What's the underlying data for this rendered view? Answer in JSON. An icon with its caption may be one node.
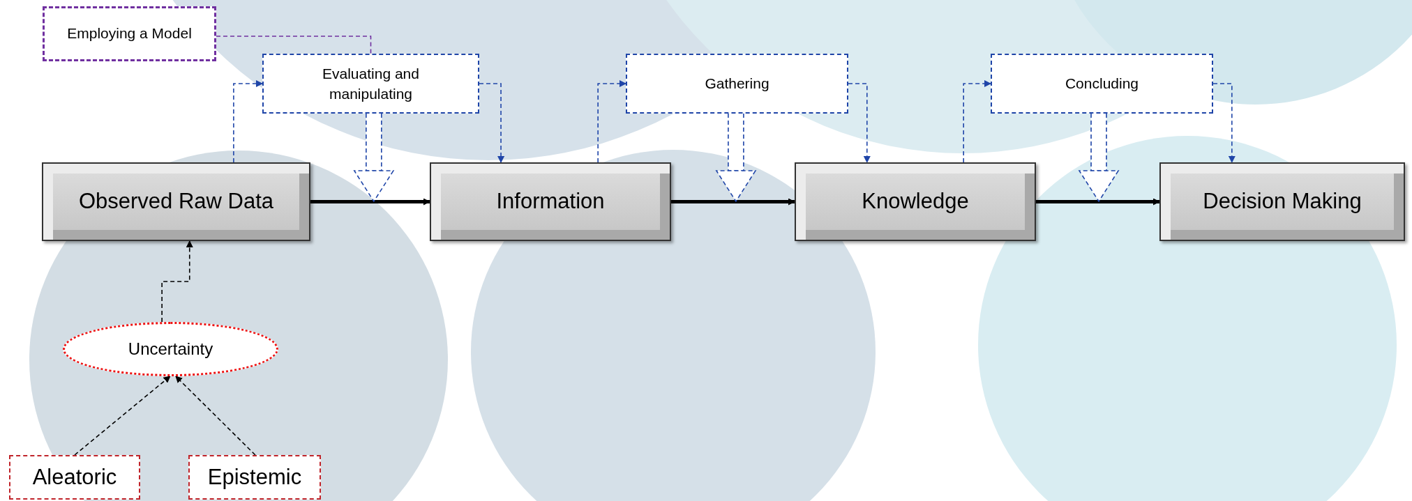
{
  "diagram": {
    "nodes": [
      {
        "text": [
          "Employing a Model"
        ]
      },
      {
        "text": [
          "Evaluating and manipulating"
        ]
      },
      {
        "text": [
          "Gathering"
        ]
      },
      {
        "text": [
          "Concluding"
        ]
      },
      {
        "text": [
          "Observed Raw Data"
        ]
      },
      {
        "text": [
          "Information"
        ]
      },
      {
        "text": [
          "Knowledge"
        ]
      },
      {
        "text": [
          "Decision Making"
        ]
      },
      {
        "text": [
          "Uncertainty"
        ]
      },
      {
        "text": [
          "Aleatoric"
        ]
      },
      {
        "text": [
          "Epistemic"
        ]
      }
    ],
    "edges": [
      {
        "from": 4,
        "to": 5,
        "arrow": "to",
        "style": "thick",
        "color": "#000000"
      },
      {
        "from": 5,
        "to": 6,
        "arrow": "to",
        "style": "thick",
        "color": "#000000"
      },
      {
        "from": 6,
        "to": 7,
        "arrow": "to",
        "style": "thick",
        "color": "#000000"
      },
      {
        "from": 4,
        "to": 1,
        "arrow": "to",
        "style": "dashed",
        "color": "#1f45a8"
      },
      {
        "from": 1,
        "to": 5,
        "arrow": "to",
        "style": "dashed",
        "color": "#1f45a8"
      },
      {
        "from": 5,
        "to": 2,
        "arrow": "to",
        "style": "dashed",
        "color": "#1f45a8"
      },
      {
        "from": 2,
        "to": 6,
        "arrow": "to",
        "style": "dashed",
        "color": "#1f45a8"
      },
      {
        "from": 6,
        "to": 3,
        "arrow": "to",
        "style": "dashed",
        "color": "#1f45a8"
      },
      {
        "from": 3,
        "to": 7,
        "arrow": "to",
        "style": "dashed",
        "color": "#1f45a8"
      },
      {
        "from": 1,
        "to": null,
        "arrow": "to",
        "style": "dashed",
        "color": "#1f45a8"
      },
      {
        "from": 2,
        "to": null,
        "arrow": "to",
        "style": "dashed",
        "color": "#1f45a8"
      },
      {
        "from": 3,
        "to": null,
        "arrow": "to",
        "style": "dashed",
        "color": "#1f45a8"
      },
      {
        "from": 0,
        "to": 1,
        "arrow": "none",
        "style": "dashed",
        "color": "#7030a0"
      },
      {
        "from": 8,
        "to": 4,
        "arrow": "to",
        "style": "dashed",
        "color": "#000000"
      },
      {
        "from": 9,
        "to": 8,
        "arrow": "to",
        "style": "dashed",
        "color": "#000000"
      },
      {
        "from": 10,
        "to": 8,
        "arrow": "to",
        "style": "dashed",
        "color": "#000000"
      }
    ]
  }
}
